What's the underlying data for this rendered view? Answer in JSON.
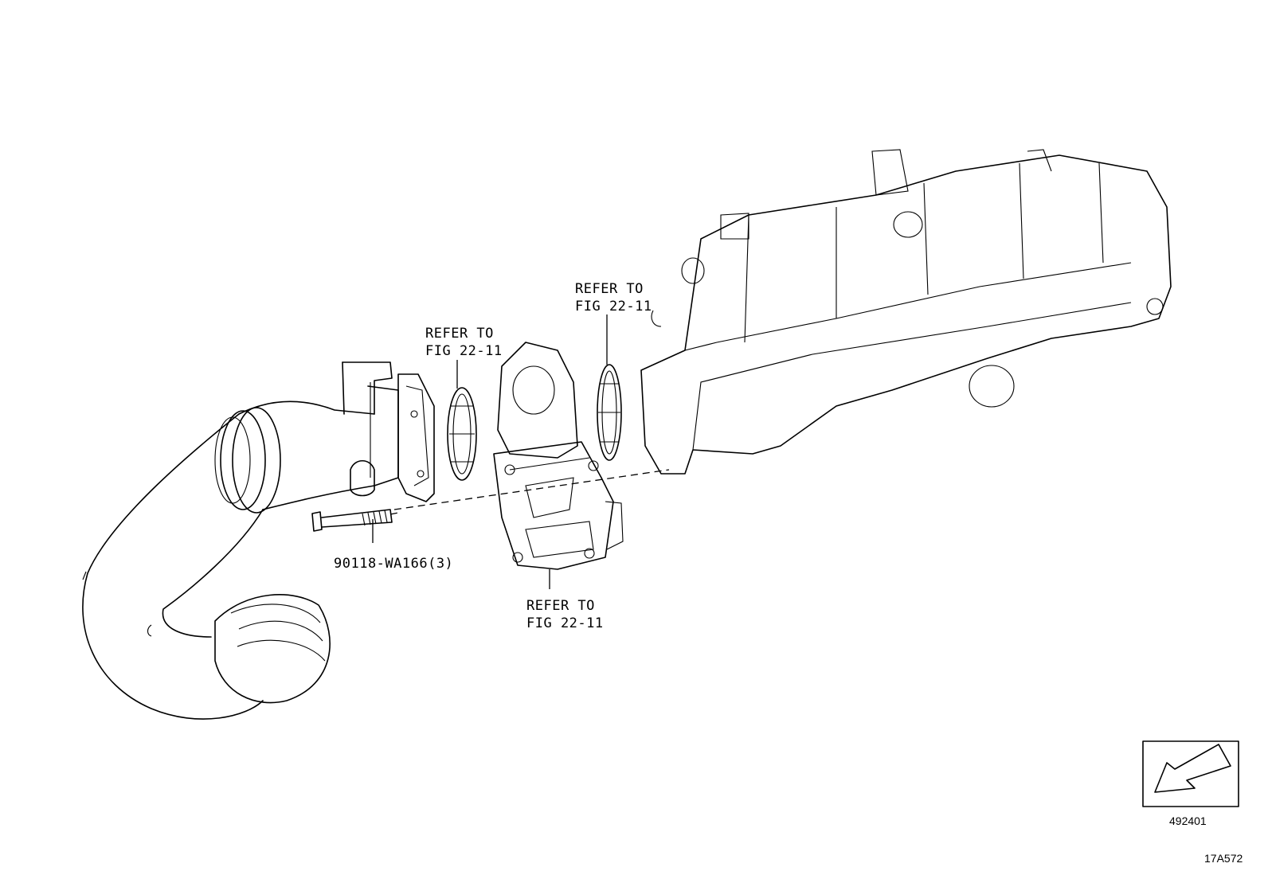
{
  "callouts": {
    "ring_left": {
      "line1": "REFER TO",
      "line2": "FIG 22-11"
    },
    "ring_right": {
      "line1": "REFER TO",
      "line2": "FIG 22-11"
    },
    "throttle_body": {
      "line1": "REFER TO",
      "line2": "FIG 22-11"
    },
    "bolt": {
      "part_number": "90118-WA166(3)"
    }
  },
  "direction_box": {
    "code": "492401",
    "icon": "front-direction-arrow-icon"
  },
  "illustration_id": "17A572"
}
